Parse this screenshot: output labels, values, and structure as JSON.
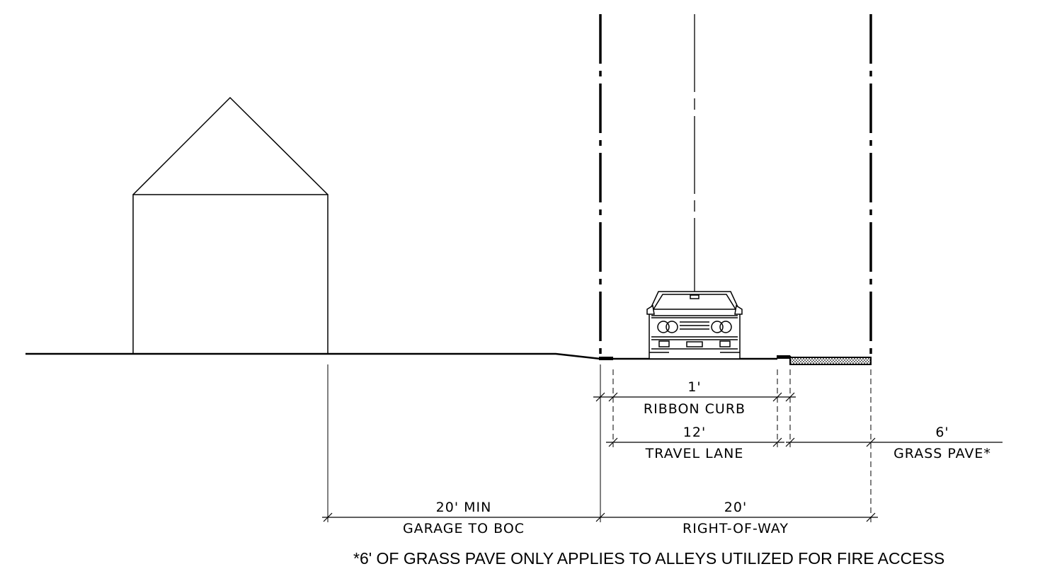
{
  "dimensions": {
    "ribbon_curb": {
      "value": "1'",
      "label": "RIBBON CURB"
    },
    "travel_lane": {
      "value": "12'",
      "label": "TRAVEL LANE"
    },
    "grass_pave": {
      "value": "6'",
      "label": "GRASS PAVE*"
    },
    "garage_to_boc": {
      "value": "20' MIN",
      "label": "GARAGE TO BOC"
    },
    "right_of_way": {
      "value": "20'",
      "label": "RIGHT-OF-WAY"
    }
  },
  "footnote": "*6' OF GRASS PAVE ONLY APPLIES TO ALLEYS UTILIZED FOR FIRE ACCESS",
  "colors": {
    "line": "#000000",
    "background": "#ffffff"
  }
}
